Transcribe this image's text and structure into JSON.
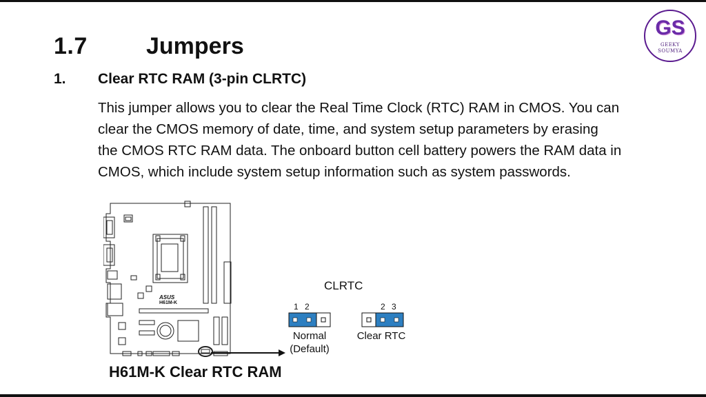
{
  "heading": {
    "number": "1.7",
    "title": "Jumpers"
  },
  "item": {
    "number": "1.",
    "title": "Clear RTC RAM (3-pin CLRTC)"
  },
  "paragraph": {
    "lines": [
      "This jumper allows you to clear the  Real Time Clock (RTC) RAM in CMOS. You can",
      "clear the CMOS memory of date, time, and system setup parameters by erasing",
      "the CMOS RTC RAM data. The onboard button cell battery powers the RAM data in",
      "CMOS, which include system setup information such as system passwords."
    ]
  },
  "logo": {
    "initials": "GS",
    "line1": "GEEKY",
    "line2": "SOUMYA",
    "color": "#6a2ba8"
  },
  "diagram": {
    "board_brand": "ASUS",
    "board_model": "H61M-K",
    "caption": "H61M-K Clear RTC RAM",
    "connector_label": "CLRTC",
    "normal": {
      "pins": "1 2",
      "label": "Normal",
      "sublabel": "(Default)"
    },
    "clear": {
      "pins": "2 3",
      "label": "Clear RTC"
    },
    "jumper_color": "#2d7fc1"
  }
}
